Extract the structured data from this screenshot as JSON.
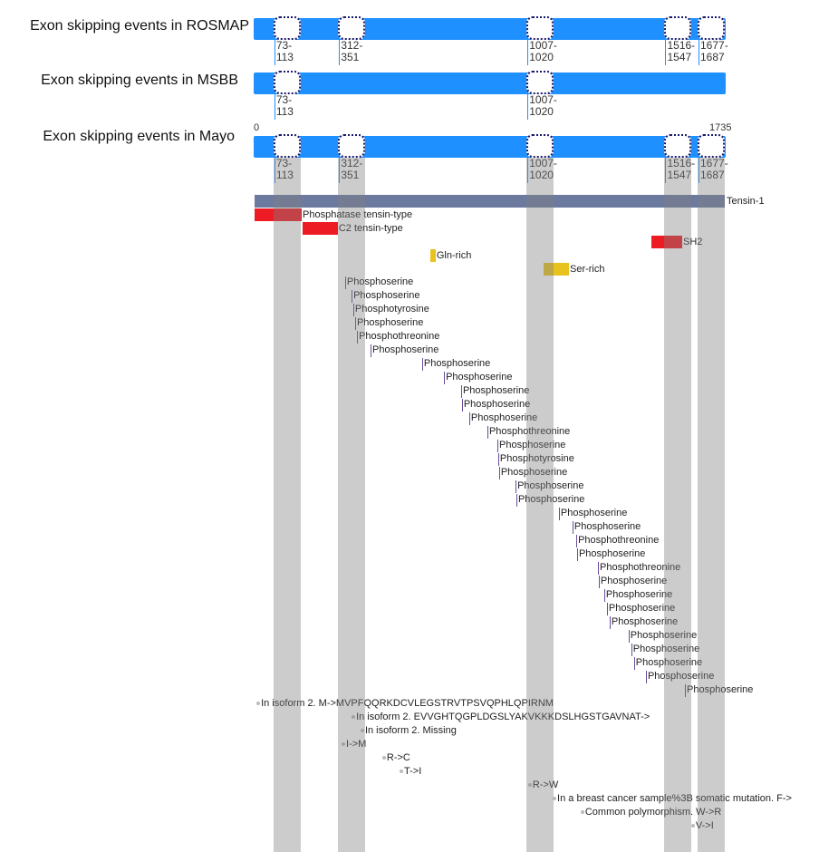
{
  "axis": {
    "start": 0,
    "end": 1735,
    "start_label": "0",
    "end_label": "1735"
  },
  "colors": {
    "track": "#1e90ff",
    "chain": "#6c7aa0",
    "domain": "#ed1c24",
    "region": "#e8c21e"
  },
  "tracks": [
    {
      "title": "Exon skipping events in ROSMAP",
      "events": [
        {
          "start": 73,
          "end": 113,
          "label": [
            "73-",
            "113"
          ]
        },
        {
          "start": 312,
          "end": 351,
          "label": [
            "312-",
            "351"
          ]
        },
        {
          "start": 1007,
          "end": 1020,
          "label": [
            "1007-",
            "1020"
          ]
        },
        {
          "start": 1516,
          "end": 1547,
          "label": [
            "1516-",
            "1547"
          ]
        },
        {
          "start": 1677,
          "end": 1687,
          "label": [
            "1677-",
            "1687"
          ]
        }
      ]
    },
    {
      "title": "Exon skipping events in MSBB",
      "events": [
        {
          "start": 73,
          "end": 113,
          "label": [
            "73-",
            "113"
          ]
        },
        {
          "start": 1007,
          "end": 1020,
          "label": [
            "1007-",
            "1020"
          ]
        }
      ]
    },
    {
      "title": "Exon skipping events in Mayo",
      "events": [
        {
          "start": 73,
          "end": 113,
          "label": [
            "73-",
            "113"
          ]
        },
        {
          "start": 312,
          "end": 351,
          "label": [
            "312-",
            "351"
          ]
        },
        {
          "start": 1007,
          "end": 1020,
          "label": [
            "1007-",
            "1020"
          ]
        },
        {
          "start": 1516,
          "end": 1547,
          "label": [
            "1516-",
            "1547"
          ]
        },
        {
          "start": 1677,
          "end": 1687,
          "label": [
            "1677-",
            "1687"
          ]
        }
      ]
    }
  ],
  "chain": {
    "label": "Tensin-1",
    "start": 0,
    "end": 1735
  },
  "features": [
    {
      "label": "Phosphatase tensin-type",
      "start": 0,
      "end": 174,
      "kind": "domain"
    },
    {
      "label": "C2 tensin-type",
      "start": 177,
      "end": 307,
      "kind": "domain"
    },
    {
      "label": "SH2",
      "start": 1464,
      "end": 1578,
      "kind": "domain"
    },
    {
      "label": "Gln-rich",
      "start": 648,
      "end": 668,
      "kind": "region"
    },
    {
      "label": "Ser-rich",
      "start": 1066,
      "end": 1160,
      "kind": "region"
    }
  ],
  "sites": [
    {
      "label": "Phosphoserine",
      "pos": 334
    },
    {
      "label": "Phosphoserine",
      "pos": 358
    },
    {
      "label": "Phosphotyrosine",
      "pos": 364
    },
    {
      "label": "Phosphoserine",
      "pos": 371
    },
    {
      "label": "Phosphothreonine",
      "pos": 378
    },
    {
      "label": "Phosphoserine",
      "pos": 428
    },
    {
      "label": "Phosphoserine",
      "pos": 618
    },
    {
      "label": "Phosphoserine",
      "pos": 699
    },
    {
      "label": "Phosphoserine",
      "pos": 762
    },
    {
      "label": "Phosphoserine",
      "pos": 765
    },
    {
      "label": "Phosphoserine",
      "pos": 792
    },
    {
      "label": "Phosphothreonine",
      "pos": 859
    },
    {
      "label": "Phosphoserine",
      "pos": 896
    },
    {
      "label": "Phosphotyrosine",
      "pos": 899
    },
    {
      "label": "Phosphoserine",
      "pos": 902
    },
    {
      "label": "Phosphoserine",
      "pos": 963
    },
    {
      "label": "Phosphoserine",
      "pos": 966
    },
    {
      "label": "Phosphoserine",
      "pos": 1123
    },
    {
      "label": "Phosphoserine",
      "pos": 1173
    },
    {
      "label": "Phosphothreonine",
      "pos": 1187
    },
    {
      "label": "Phosphoserine",
      "pos": 1190
    },
    {
      "label": "Phosphothreonine",
      "pos": 1267
    },
    {
      "label": "Phosphoserine",
      "pos": 1270
    },
    {
      "label": "Phosphoserine",
      "pos": 1290
    },
    {
      "label": "Phosphoserine",
      "pos": 1300
    },
    {
      "label": "Phosphoserine",
      "pos": 1310
    },
    {
      "label": "Phosphoserine",
      "pos": 1380
    },
    {
      "label": "Phosphoserine",
      "pos": 1390
    },
    {
      "label": "Phosphoserine",
      "pos": 1400
    },
    {
      "label": "Phosphoserine",
      "pos": 1444
    },
    {
      "label": "Phosphoserine",
      "pos": 1588
    }
  ],
  "variants": [
    {
      "label": "In isoform 2. M->MVPFQQRKDCVLEGSTRVTPSVQPHLQPIRNM",
      "pos": 7
    },
    {
      "label": "In isoform 2. EVVGHTQGPLDGSLYAKVKKKDSLHGSTGAVNAT->",
      "pos": 358
    },
    {
      "label": "In isoform 2. Missing",
      "pos": 391
    },
    {
      "label": "I->M",
      "pos": 321
    },
    {
      "label": "R->C",
      "pos": 471
    },
    {
      "label": "T->I",
      "pos": 535
    },
    {
      "label": "R->W",
      "pos": 1009
    },
    {
      "label": "In a breast cancer sample%3B somatic mutation. F->",
      "pos": 1100
    },
    {
      "label": "Common polymorphism. W->R",
      "pos": 1203
    },
    {
      "label": "V->I",
      "pos": 1611
    }
  ]
}
